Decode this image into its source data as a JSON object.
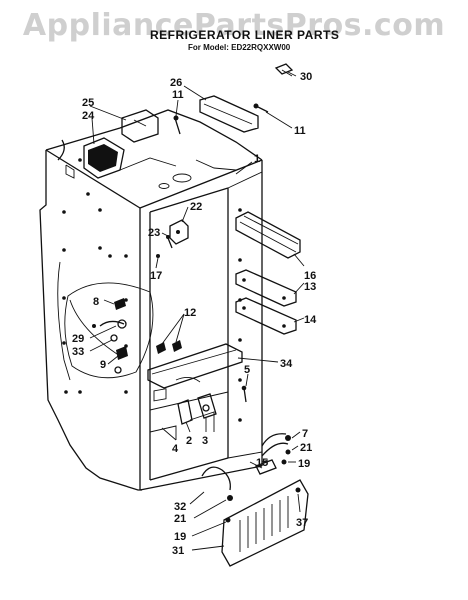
{
  "watermark": "AppliancePartsPros.com",
  "header": {
    "title": "REFRIGERATOR LINER PARTS",
    "model": "For Model: ED22RQXXW00"
  },
  "callouts": {
    "c30": "30",
    "c26": "26",
    "c11a": "11",
    "c11b": "11",
    "c25": "25",
    "c24": "24",
    "c1": "1",
    "c22": "22",
    "c23": "23",
    "c17": "17",
    "c16": "16",
    "c13": "13",
    "c14": "14",
    "c8": "8",
    "c29": "29",
    "c33": "33",
    "c9": "9",
    "c12": "12",
    "c34": "34",
    "c5": "5",
    "c2": "2",
    "c3": "3",
    "c4": "4",
    "c7": "7",
    "c21a": "21",
    "c15": "15",
    "c19a": "19",
    "c32": "32",
    "c21b": "21",
    "c19b": "19",
    "c37": "37",
    "c31": "31"
  }
}
